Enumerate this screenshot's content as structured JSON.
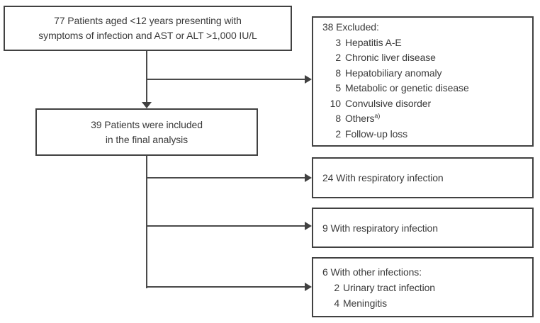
{
  "diagram": {
    "top_box": {
      "line1": "77 Patients aged <12 years presenting with",
      "line2": "symptoms of infection and AST or ALT >1,000 IU/L"
    },
    "excluded_box": {
      "title": "38 Excluded:",
      "items": [
        {
          "count": "3",
          "label": "Hepatitis A-E"
        },
        {
          "count": "2",
          "label": "Chronic liver disease"
        },
        {
          "count": "8",
          "label": "Hepatobiliary anomaly"
        },
        {
          "count": "5",
          "label": "Metabolic or genetic disease"
        },
        {
          "count": "10",
          "label": "Convulsive disorder"
        },
        {
          "count": "8",
          "label": "Others",
          "footnote_marker": "a)"
        },
        {
          "count": "2",
          "label": "Follow-up loss"
        }
      ]
    },
    "included_box": {
      "line1": "39 Patients were included",
      "line2": "in the final analysis"
    },
    "respiratory_box": {
      "text": "24 With respiratory infection"
    },
    "respiratory_box_2": {
      "text": "9 With respiratory infection"
    },
    "other_infections_box": {
      "title": "6 With other infections:",
      "items": [
        {
          "count": "2",
          "label": "Urinary tract infection"
        },
        {
          "count": "4",
          "label": "Meningitis"
        }
      ]
    },
    "colors": {
      "border": "#414141",
      "line": "#4a4a4a",
      "text": "#3b3b3b",
      "background": "#ffffff"
    }
  }
}
